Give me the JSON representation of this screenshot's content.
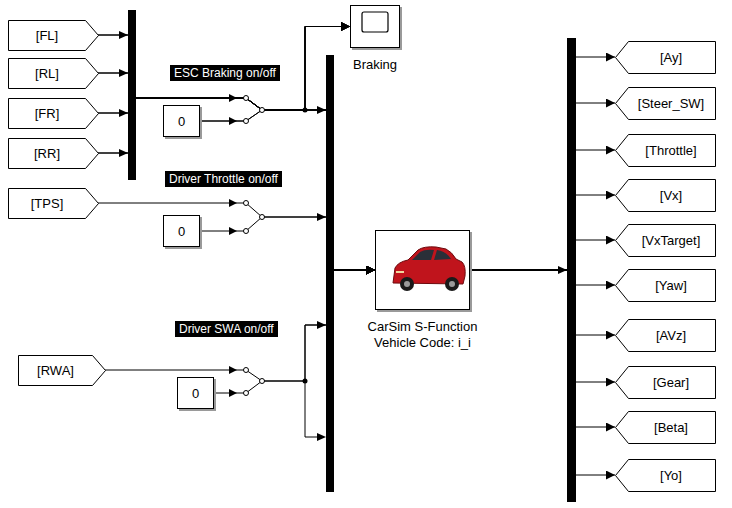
{
  "diagram": {
    "nodes": [
      {
        "text": [
          "[FL]"
        ]
      },
      {
        "text": [
          "[RL]"
        ]
      },
      {
        "text": [
          "[FR]"
        ]
      },
      {
        "text": [
          "[RR]"
        ]
      },
      {
        "text": [
          "Braking"
        ]
      },
      {
        "text": [
          "0"
        ]
      },
      {
        "text": [
          "[TPS]"
        ]
      },
      {
        "text": [
          "0"
        ]
      },
      {
        "text": [
          "CarSim S-Function",
          "Vehicle Code: i_i"
        ]
      },
      {
        "text": [
          "[RWA]"
        ]
      },
      {
        "text": [
          "0"
        ]
      },
      {
        "text": [
          "[Ay]"
        ]
      },
      {
        "text": [
          "[Steer_SW]"
        ]
      },
      {
        "text": [
          "[Throttle]"
        ]
      },
      {
        "text": [
          "[Vx]"
        ]
      },
      {
        "text": [
          "[VxTarget]"
        ]
      },
      {
        "text": [
          "[Yaw]"
        ]
      },
      {
        "text": [
          "[AVz]"
        ]
      },
      {
        "text": [
          "[Gear]"
        ]
      },
      {
        "text": [
          "[Beta]"
        ]
      },
      {
        "text": [
          "[Yo]"
        ]
      }
    ],
    "edges": [
      {
        "from": 0,
        "to": 4,
        "arrow": "to"
      },
      {
        "from": 1,
        "to": 4,
        "arrow": "to"
      },
      {
        "from": 2,
        "to": 4,
        "arrow": "to"
      },
      {
        "from": 3,
        "to": 4,
        "arrow": "to"
      },
      {
        "from": 5,
        "to": 4,
        "arrow": "to"
      },
      {
        "from": 0,
        "to": 8,
        "arrow": "to"
      },
      {
        "from": 1,
        "to": 8,
        "arrow": "to"
      },
      {
        "from": 2,
        "to": 8,
        "arrow": "to"
      },
      {
        "from": 3,
        "to": 8,
        "arrow": "to"
      },
      {
        "from": 5,
        "to": 8,
        "arrow": "to"
      },
      {
        "from": 6,
        "to": 8,
        "arrow": "to"
      },
      {
        "from": 7,
        "to": 8,
        "arrow": "to"
      },
      {
        "from": 9,
        "to": 8,
        "arrow": "to"
      },
      {
        "from": 10,
        "to": 8,
        "arrow": "to"
      },
      {
        "from": 8,
        "to": 11,
        "arrow": "to"
      },
      {
        "from": 8,
        "to": 12,
        "arrow": "to"
      },
      {
        "from": 8,
        "to": 13,
        "arrow": "to"
      },
      {
        "from": 8,
        "to": 14,
        "arrow": "to"
      },
      {
        "from": 8,
        "to": 15,
        "arrow": "to"
      },
      {
        "from": 8,
        "to": 16,
        "arrow": "to"
      },
      {
        "from": 8,
        "to": 17,
        "arrow": "to"
      },
      {
        "from": 8,
        "to": 18,
        "arrow": "to"
      },
      {
        "from": 8,
        "to": 19,
        "arrow": "to"
      },
      {
        "from": 8,
        "to": 20,
        "arrow": "to"
      }
    ],
    "labels": [
      "ESC Braking on/off",
      "Driver Throttle on/off",
      "Driver SWA on/off"
    ]
  }
}
